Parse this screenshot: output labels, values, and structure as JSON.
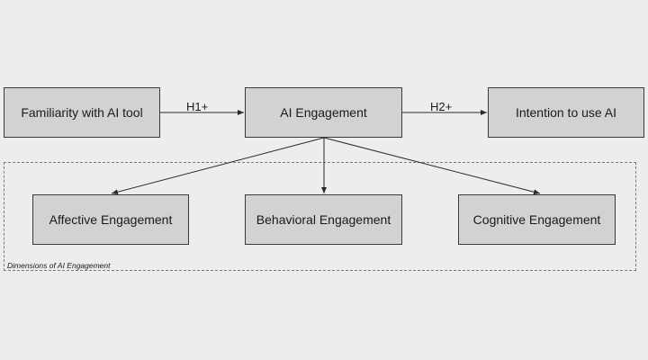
{
  "nodes": {
    "familiarity": "Familiarity with AI tool",
    "engagement": "AI Engagement",
    "intention": "Intention to use AI",
    "affective": "Affective Engagement",
    "behavioral": "Behavioral Engagement",
    "cognitive": "Cognitive Engagement"
  },
  "edges": {
    "h1": "H1+",
    "h2": "H2+"
  },
  "group": {
    "label": "Dimensions of AI Engagement"
  }
}
